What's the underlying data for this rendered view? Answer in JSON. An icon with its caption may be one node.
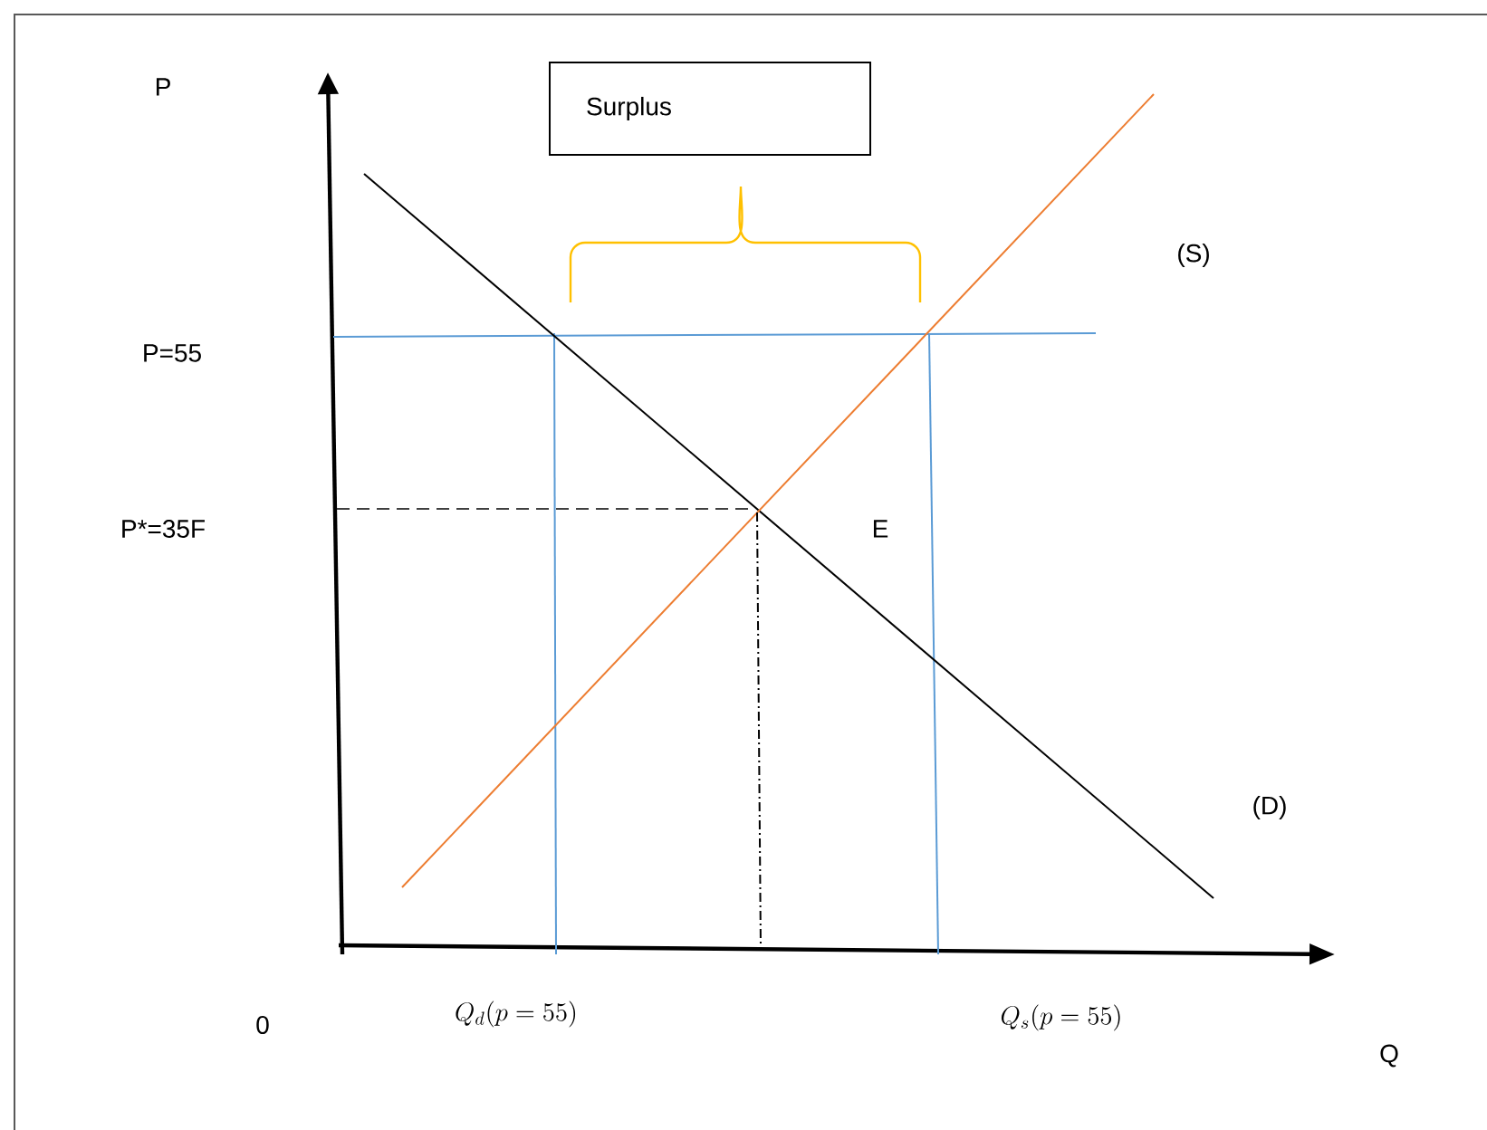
{
  "diagram": {
    "nodes": [
      {
        "text": [
          "Surplus"
        ]
      }
    ],
    "labels": [
      "P",
      "P=55",
      "P*=35F",
      "E",
      "(S)",
      "(D)",
      "0",
      "Q_d(p = 55)",
      "Q_s(p = 55)",
      "Q"
    ]
  }
}
